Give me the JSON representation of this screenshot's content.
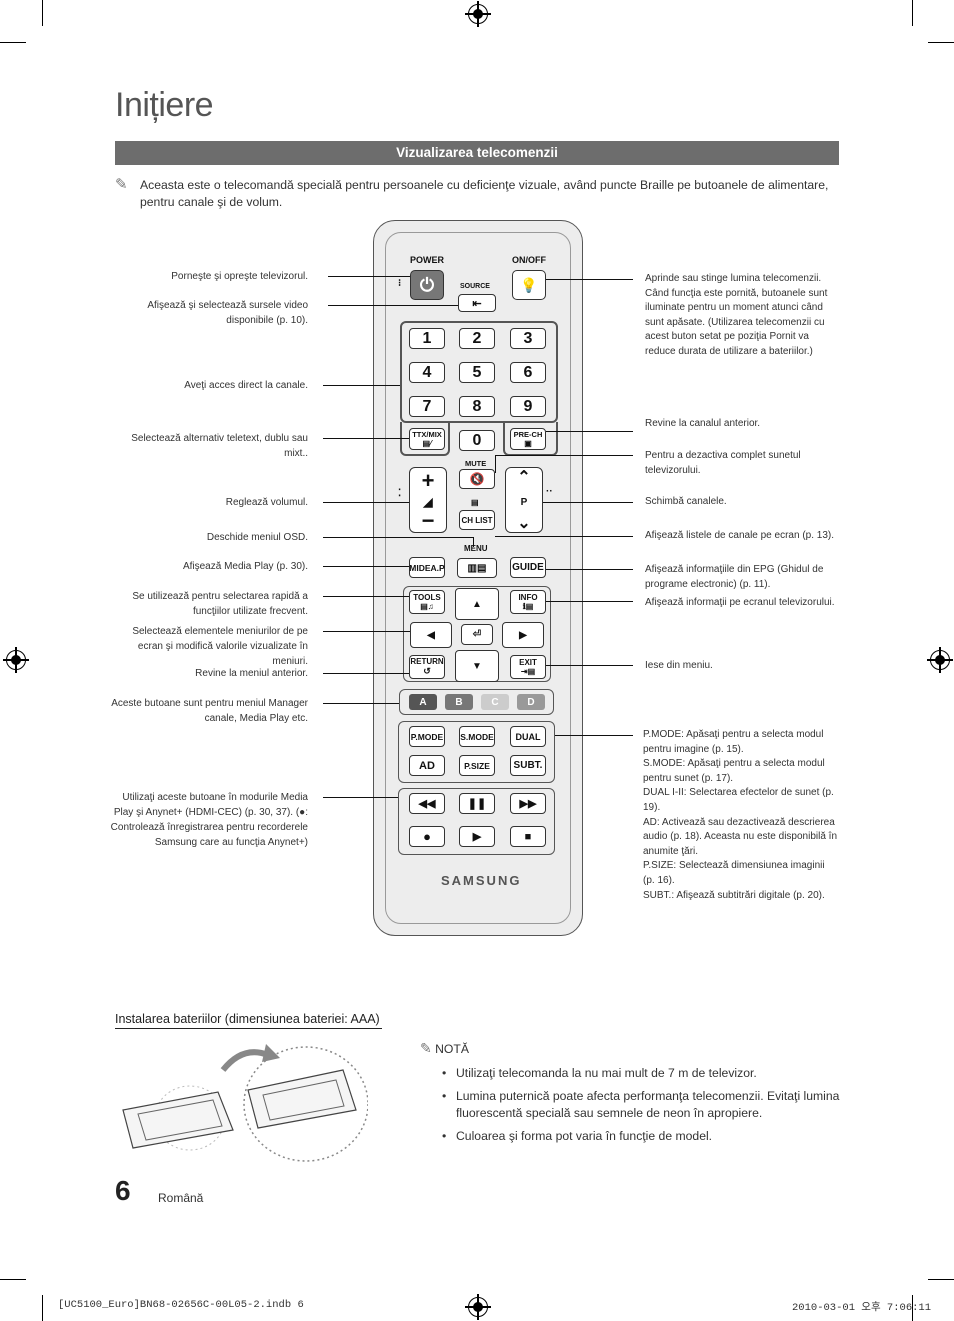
{
  "page": {
    "title": "Inițiere",
    "section_bar": "Vizualizarea telecomenzii",
    "intro": "Aceasta este o telecomandă specială pentru persoanele cu deficienţe vizuale, având puncte Braille pe butoanele de alimentare, pentru canale şi de volum.",
    "page_number": "6",
    "language": "Română"
  },
  "labels_left": [
    "Porneşte şi opreşte televizorul.",
    "Afişează şi selectează sursele video disponibile (p. 10).",
    "Aveţi acces direct la canale.",
    "Selectează alternativ teletext, dublu sau mixt..",
    "Reglează volumul.",
    "Deschide meniul OSD.",
    "Afişează Media Play (p. 30).",
    "Se utilizează pentru selectarea rapidă a funcţiilor utilizate frecvent.",
    "Selectează elementele meniurilor de pe ecran şi modifică valorile vizualizate în meniuri.",
    "Revine la meniul anterior.",
    "Aceste butoane sunt pentru meniul Manager canale, Media Play etc.",
    "Utilizaţi aceste butoane în modurile Media Play şi Anynet+ (HDMI-CEC) (p. 30, 37). (●: Controlează înregistrarea pentru recorderele Samsung care au funcţia Anynet+)"
  ],
  "labels_right": [
    "Aprinde sau stinge lumina telecomenzii. Când funcţia este pornită, butoanele sunt iluminate pentru un moment atunci când sunt apăsate. (Utilizarea telecomenzii cu acest buton setat pe poziţia Pornit va reduce durata de utilizare a bateriilor.)",
    "Revine la canalul anterior.",
    "Pentru a dezactiva complet sunetul televizorului.",
    "Schimbă canalele.",
    "Afişează listele de canale pe ecran (p. 13).",
    "Afişează informaţiile din EPG (Ghidul de programe electronic) (p. 11).",
    "Afişează informaţii pe ecranul televizorului.",
    "Iese din meniu.",
    "P.MODE: Apăsaţi pentru a selecta modul pentru imagine (p. 15).",
    "S.MODE: Apăsaţi pentru a selecta modul pentru sunet (p. 17).",
    "DUAL I-II: Selectarea efectelor de sunet (p. 19).",
    "AD: Activează sau dezactivează descrierea audio (p. 18). Aceasta nu este disponibilă în anumite ţări.",
    "P.SIZE: Selectează dimensiunea imaginii (p. 16).",
    "SUBT.: Afişează subtitrări digitale (p. 20)."
  ],
  "remote": {
    "power": "POWER",
    "onoff": "ON/OFF",
    "source": "SOURCE",
    "digits": [
      "1",
      "2",
      "3",
      "4",
      "5",
      "6",
      "7",
      "8",
      "9",
      "0"
    ],
    "ttx": "TTX/MIX",
    "prech": "PRE-CH",
    "mute": "MUTE",
    "p": "P",
    "chlist": "CH LIST",
    "menu": "MENU",
    "mediap": "MIDEA.P",
    "guide": "GUIDE",
    "tools": "TOOLS",
    "info": "INFO",
    "return": "RETURN",
    "exit": "EXIT",
    "colors": [
      "A",
      "B",
      "C",
      "D"
    ],
    "pmode": "P.MODE",
    "smode": "S.MODE",
    "dual": "DUAL",
    "ad": "AD",
    "psize": "P.SIZE",
    "subt": "SUBT.",
    "brand": "SAMSUNG"
  },
  "battery": {
    "heading": "Instalarea bateriilor (dimensiunea bateriei: AAA)",
    "note_title": "NOTĂ",
    "notes": [
      "Utilizaţi telecomanda la nu mai mult de 7 m de televizor.",
      "Lumina puternică poate afecta performanţa telecomenzii. Evitaţi lumina fluorescentă specială sau semnele de neon în apropiere.",
      "Culoarea şi forma pot varia în funcţie de model."
    ]
  },
  "footer": {
    "file": "[UC5100_Euro]BN68-02656C-00L05-2.indb   6",
    "date": "2010-03-01   오후 7:06:11"
  },
  "colors": {
    "bar": "#6d6d6d",
    "btnA": "#555555",
    "btnB": "#777777",
    "btnC": "#cccccc",
    "btnD": "#999999"
  }
}
